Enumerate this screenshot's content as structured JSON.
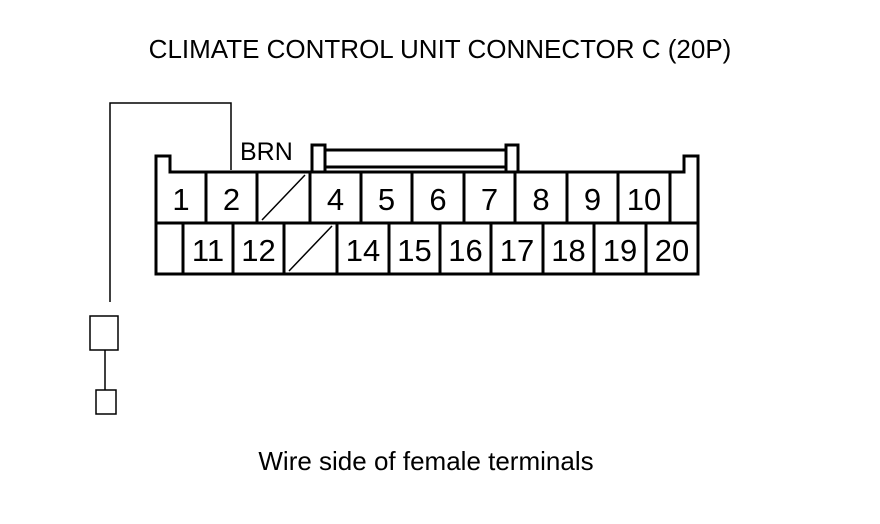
{
  "title": "CLIMATE CONTROL UNIT CONNECTOR C (20P)",
  "caption": "Wire side of female terminals",
  "wire_label": "BRN",
  "connected_terminal": "2",
  "colors": {
    "line": "#000000",
    "background": "#ffffff"
  },
  "connector": {
    "top_row": [
      "1",
      "2",
      "",
      "4",
      "5",
      "6",
      "7",
      "8",
      "9",
      "10",
      ""
    ],
    "bottom_row": [
      "",
      "11",
      "12",
      "",
      "14",
      "15",
      "16",
      "17",
      "18",
      "19",
      "20"
    ],
    "empty_cavities": {
      "top_row": [
        2
      ],
      "bottom_row": [
        3
      ]
    }
  }
}
